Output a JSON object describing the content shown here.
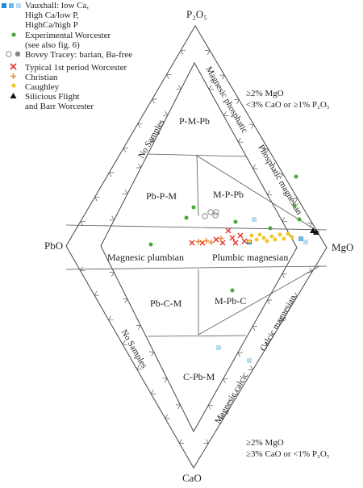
{
  "vertices": {
    "top": "P₂O₅",
    "left": "PbO",
    "right": "MgO",
    "bottom": "CaO"
  },
  "regions": {
    "pmpb": "P-M-Pb",
    "pbpm": "Pb-P-M",
    "mppb": "M-P-Pb",
    "magnesic_plumbian": "Magnesic plumbian",
    "plumbic_magnesian": "Plumbic magnesian",
    "pbcm": "Pb-C-M",
    "mpbc": "M-Pb-C",
    "cpbm": "C-Pb-M"
  },
  "side_labels": {
    "no_samples_top": "No Samples",
    "magnesic_phosphatic": "Magnesic phosphatic",
    "phosphatic_magnesian": "Phosphatic magnesian",
    "no_samples_bottom": "No Samples",
    "calcic_magnesian": "Calcic magnesian",
    "magnesic_calcic": "Magnesic calcic"
  },
  "notes": {
    "top_line1": "≥2% MgO",
    "top_line2": "<3% CaO or ≥1% P₂O₅",
    "bottom_line1": "≥2% MgO",
    "bottom_line2": "≥3% CaO or <1% P₂O₅"
  },
  "legend": [
    {
      "symbol": "squares",
      "colors": [
        "#1f8ad6",
        "#6fb7e6",
        "#b9dcf3"
      ],
      "lines": [
        "Vauxhall: low Ca,",
        "High Ca/low P,",
        "HighCa/high P"
      ]
    },
    {
      "symbol": "dot",
      "colors": [
        "#49a83a"
      ],
      "lines": [
        "Experimental Worcester",
        "(see also fig. 6)"
      ]
    },
    {
      "symbol": "circles",
      "colors": [
        "#888888",
        "#888888"
      ],
      "lines": [
        "Bovey Tracey: barian, Ba-free"
      ]
    },
    {
      "symbol": "cross",
      "colors": [
        "#e2322b"
      ],
      "lines": [
        "Typical 1st period Worcester"
      ]
    },
    {
      "symbol": "plus",
      "colors": [
        "#f08a2a"
      ],
      "lines": [
        "Christian"
      ]
    },
    {
      "symbol": "dot",
      "colors": [
        "#f2c72b"
      ],
      "lines": [
        "Caughley"
      ]
    },
    {
      "symbol": "triangle",
      "colors": [
        "#111111"
      ],
      "lines": [
        "Silicious Flight",
        "and Barr Worcester"
      ]
    }
  ],
  "colors": {
    "vauxhall_low_ca": "#1f8ad6",
    "vauxhall_high_ca_low_p": "#6fb7e6",
    "vauxhall_high_ca_high_p": "#b9dcf3",
    "experimental": "#49a83a",
    "bovey": "#888888",
    "typical": "#e2322b",
    "christian": "#f08a2a",
    "caughley": "#f2c72b",
    "flight_barr": "#111111"
  }
}
